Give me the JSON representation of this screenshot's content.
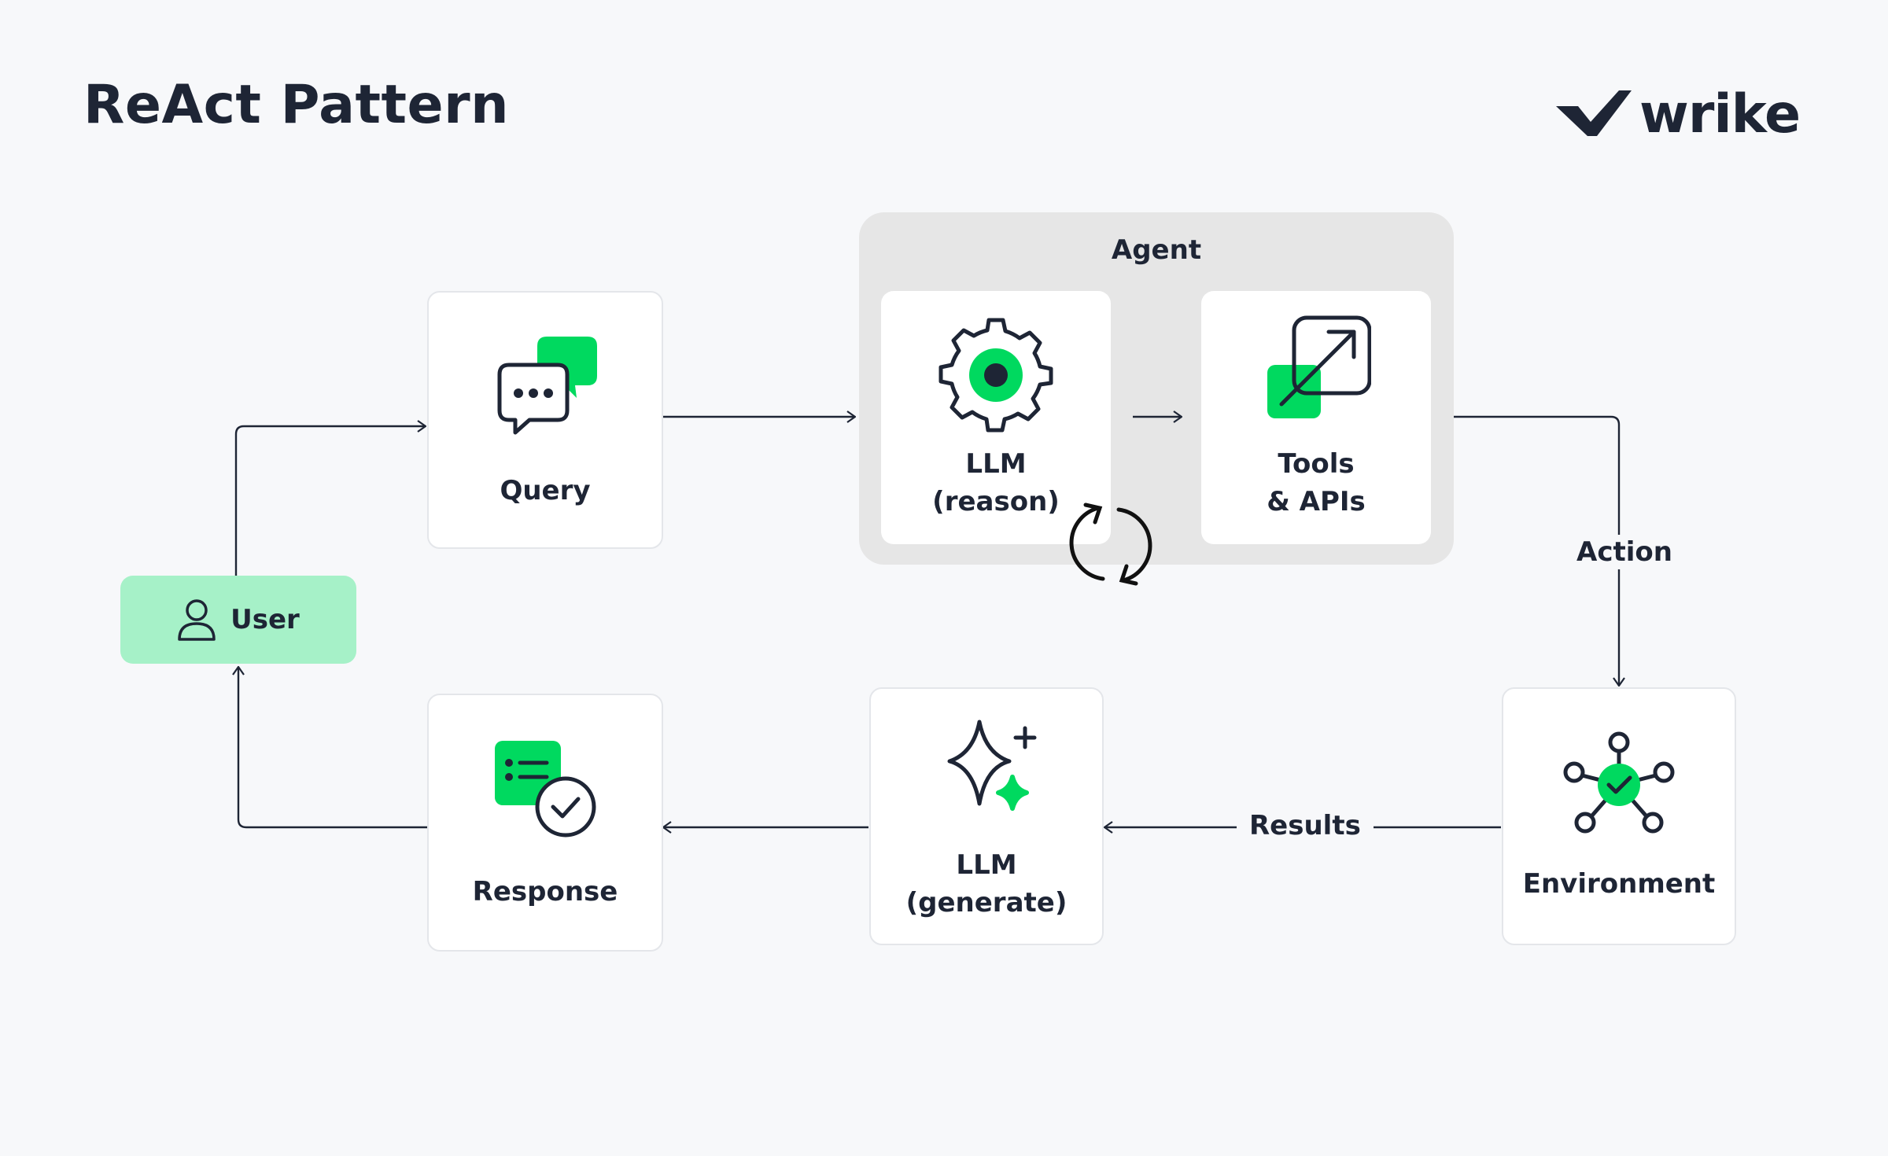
{
  "title": "ReAct Pattern",
  "logo": {
    "text": "wrike"
  },
  "colors": {
    "accent": "#00d95f",
    "ink": "#1e2535",
    "user_bg": "#a6f1c8",
    "agent_bg": "#e6e6e6",
    "background": "#f7f8fa"
  },
  "agent": {
    "label": "Agent"
  },
  "nodes": {
    "user": {
      "label": "User",
      "icon": "person-icon"
    },
    "query": {
      "label": "Query",
      "icon": "chat-bubbles-icon"
    },
    "llm_reason": {
      "line1": "LLM",
      "line2": "(reason)",
      "icon": "gear-icon"
    },
    "tools": {
      "line1": "Tools",
      "line2": "& APIs",
      "icon": "external-link-icon"
    },
    "environment": {
      "label": "Environment",
      "icon": "network-check-icon"
    },
    "llm_generate": {
      "line1": "LLM",
      "line2": "(generate)",
      "icon": "sparkle-icon"
    },
    "response": {
      "label": "Response",
      "icon": "checklist-icon"
    }
  },
  "edges": {
    "action": "Action",
    "results": "Results"
  }
}
